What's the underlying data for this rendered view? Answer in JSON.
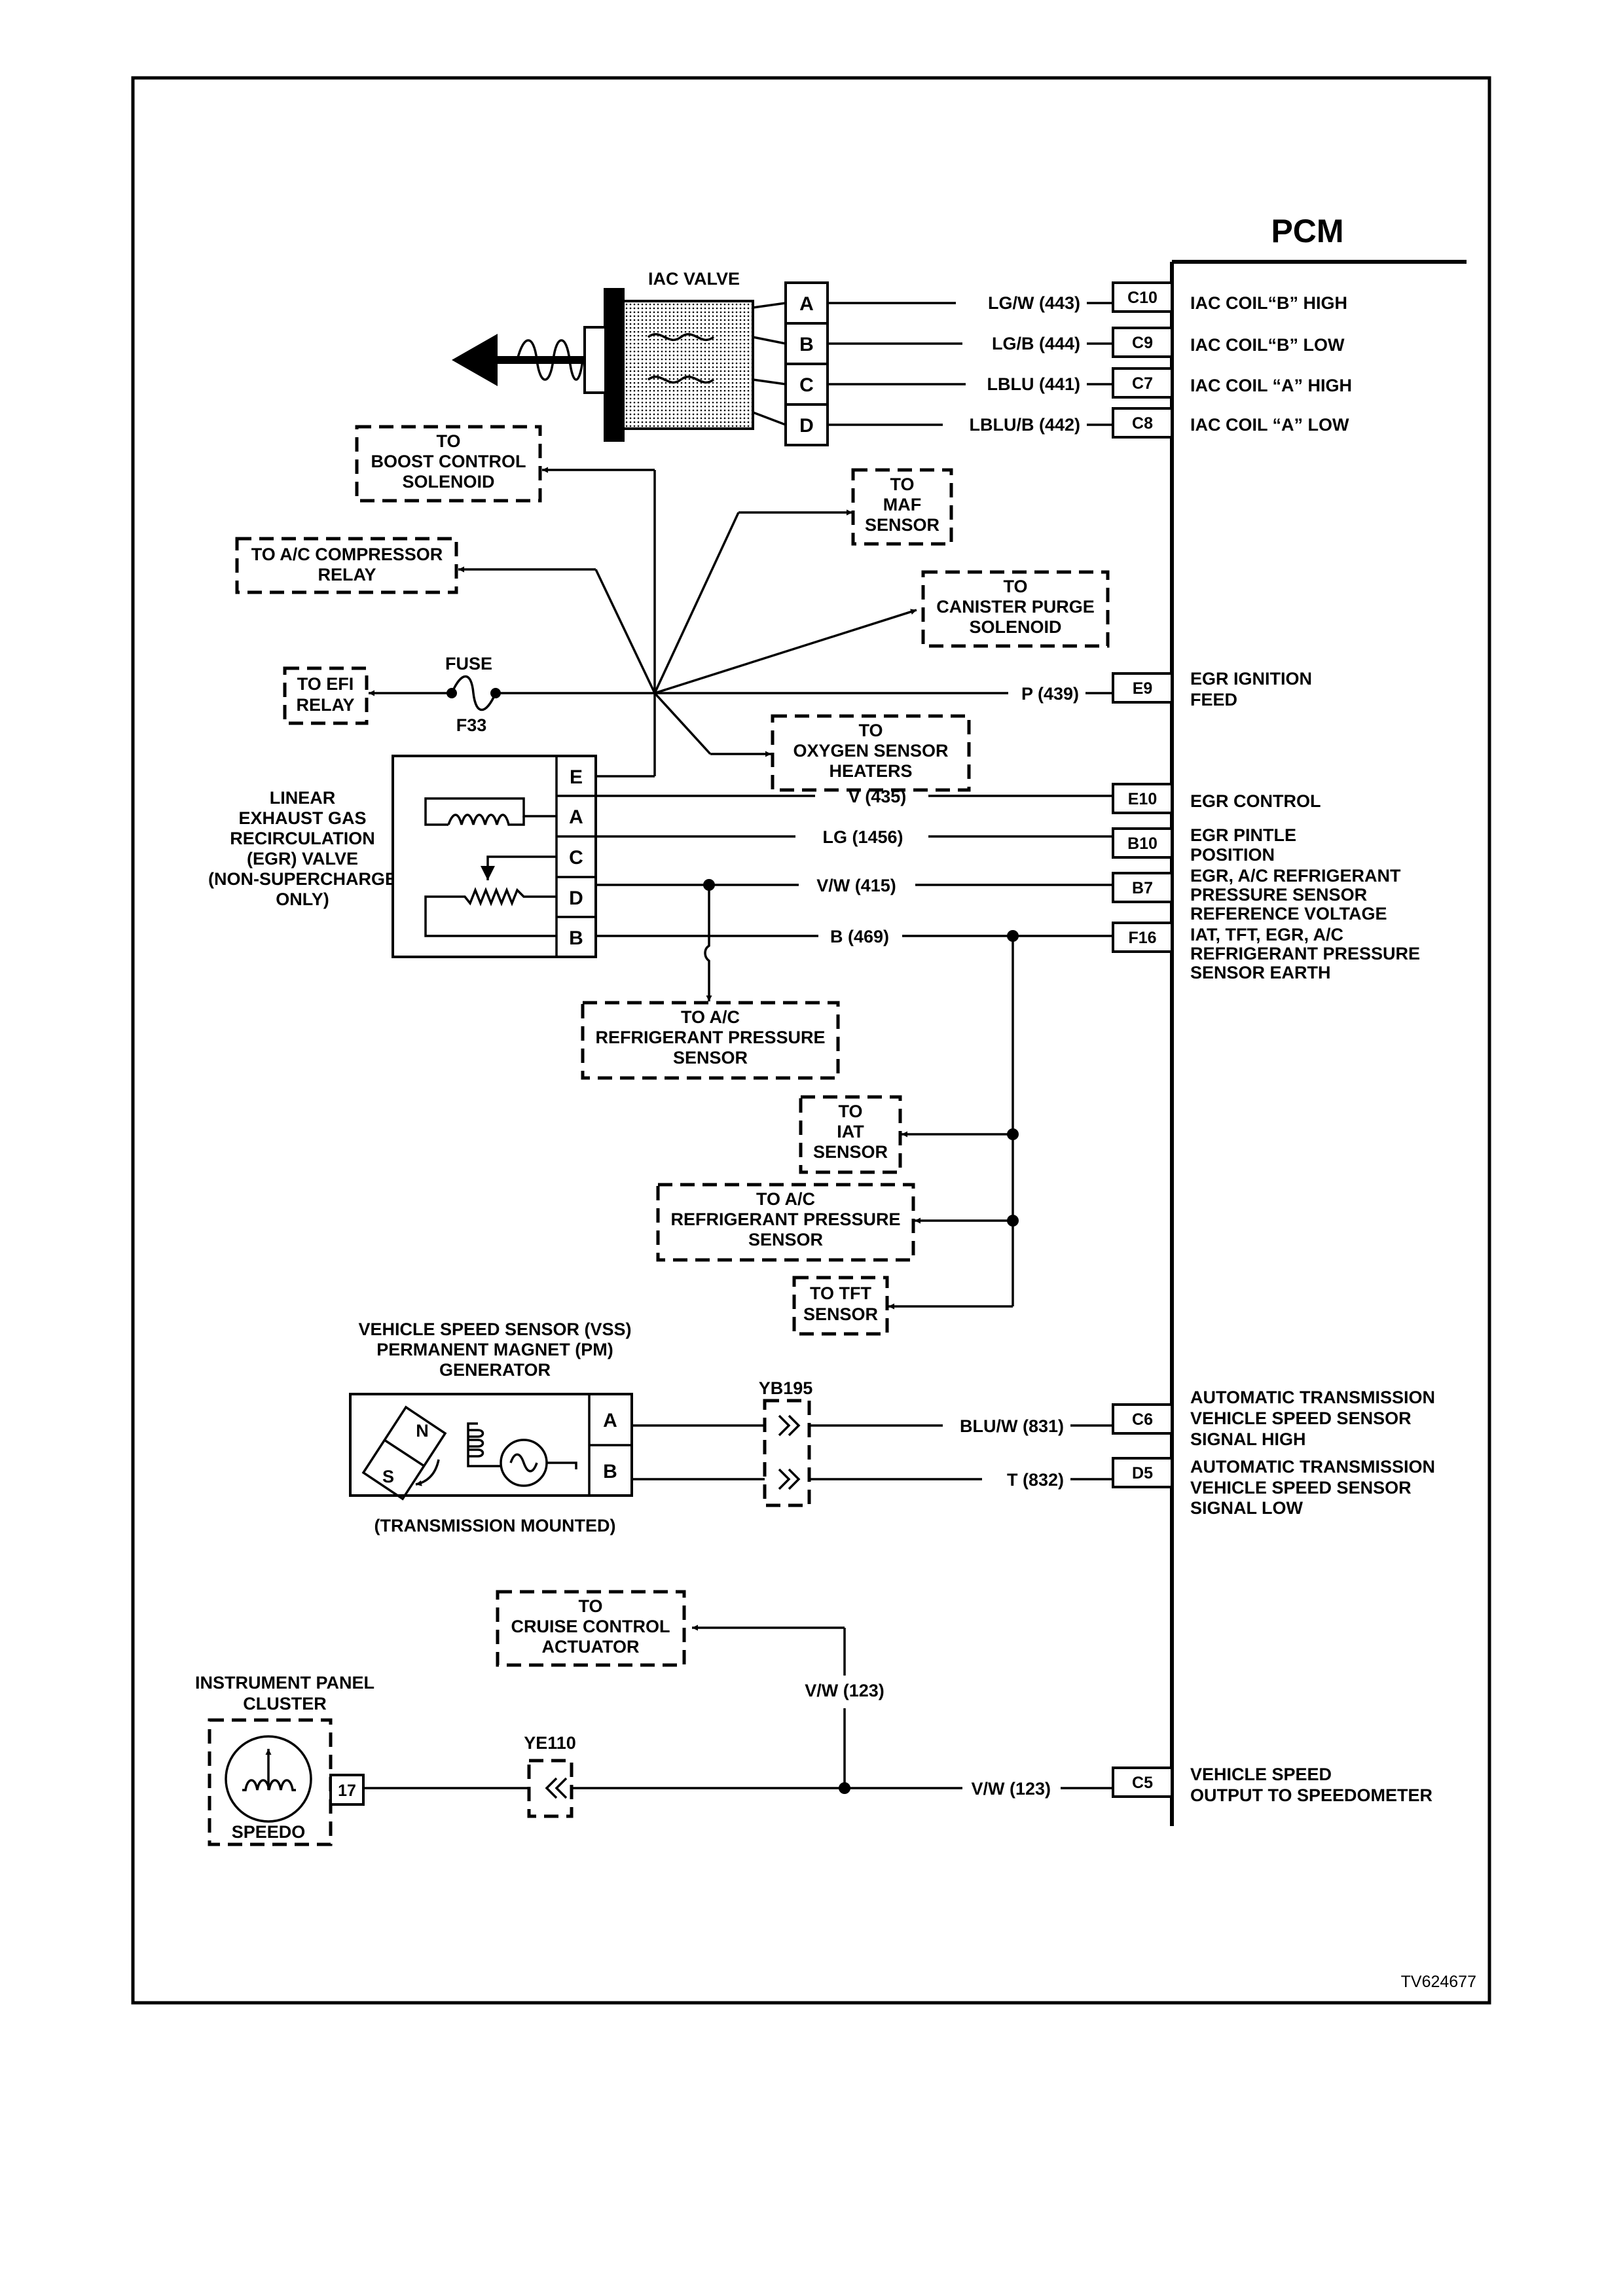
{
  "pcm": {
    "title": "PCM",
    "pins": [
      {
        "id": "C10",
        "wire": "LG/W (443)",
        "function": [
          "IAC COIL“B” HIGH"
        ]
      },
      {
        "id": "C9",
        "wire": "LG/B (444)",
        "function": [
          "IAC COIL“B” LOW"
        ]
      },
      {
        "id": "C7",
        "wire": "LBLU (441)",
        "function": [
          "IAC COIL “A” HIGH"
        ]
      },
      {
        "id": "C8",
        "wire": "LBLU/B (442)",
        "function": [
          "IAC COIL “A” LOW"
        ]
      },
      {
        "id": "E9",
        "wire": "P (439)",
        "function": [
          "EGR IGNITION",
          "FEED"
        ]
      },
      {
        "id": "E10",
        "wire": "V (435)",
        "function": [
          "EGR CONTROL"
        ]
      },
      {
        "id": "B10",
        "wire": "LG (1456)",
        "function": [
          "EGR PINTLE",
          "POSITION"
        ]
      },
      {
        "id": "B7",
        "wire": "V/W (415)",
        "function": [
          "EGR, A/C REFRIGERANT",
          "PRESSURE SENSOR",
          "REFERENCE VOLTAGE"
        ]
      },
      {
        "id": "F16",
        "wire": "B (469)",
        "function": [
          "IAT, TFT, EGR, A/C",
          "REFRIGERANT PRESSURE",
          "SENSOR EARTH"
        ]
      },
      {
        "id": "C6",
        "wire": "BLU/W (831)",
        "function": [
          "AUTOMATIC TRANSMISSION",
          "VEHICLE SPEED SENSOR",
          "SIGNAL HIGH"
        ]
      },
      {
        "id": "D5",
        "wire": "T (832)",
        "function": [
          "AUTOMATIC TRANSMISSION",
          "VEHICLE SPEED SENSOR",
          "SIGNAL LOW"
        ]
      },
      {
        "id": "C5",
        "wire": "V/W (123)",
        "function": [
          "VEHICLE SPEED",
          "OUTPUT TO SPEEDOMETER"
        ]
      }
    ]
  },
  "iac_valve": {
    "label": "IAC VALVE",
    "pins": [
      "A",
      "B",
      "C",
      "D"
    ]
  },
  "egr_valve": {
    "label": [
      "LINEAR",
      "EXHAUST GAS",
      "RECIRCULATION",
      "(EGR) VALVE",
      "(NON-SUPERCHARGE",
      "ONLY)"
    ],
    "pins": [
      "E",
      "A",
      "C",
      "D",
      "B"
    ]
  },
  "fuse": {
    "label": "FUSE",
    "id": "F33"
  },
  "destinations": {
    "boost": [
      "TO",
      "BOOST CONTROL",
      "SOLENOID"
    ],
    "maf": [
      "TO",
      "MAF",
      "SENSOR"
    ],
    "ac_relay": [
      "TO A/C COMPRESSOR",
      "RELAY"
    ],
    "canister": [
      "TO",
      "CANISTER PURGE",
      "SOLENOID"
    ],
    "efi": [
      "TO EFI",
      "RELAY"
    ],
    "oxygen": [
      "TO",
      "OXYGEN SENSOR",
      "HEATERS"
    ],
    "ac_pressure_1": [
      "TO A/C",
      "REFRIGERANT PRESSURE",
      "SENSOR"
    ],
    "iat": [
      "TO",
      "IAT",
      "SENSOR"
    ],
    "ac_pressure_2": [
      "TO A/C",
      "REFRIGERANT PRESSURE",
      "SENSOR"
    ],
    "tft": [
      "TO TFT",
      "SENSOR"
    ],
    "cruise": [
      "TO",
      "CRUISE CONTROL",
      "ACTUATOR"
    ]
  },
  "vss": {
    "label": [
      "VEHICLE SPEED SENSOR (VSS)",
      "PERMANENT MAGNET (PM)",
      "GENERATOR"
    ],
    "footer": "(TRANSMISSION MOUNTED)",
    "pins": [
      "A",
      "B"
    ],
    "magnet": [
      "N",
      "S"
    ]
  },
  "connectors": {
    "vss": "YB195",
    "speedo": "YE110"
  },
  "cruise_wire": "V/W (123)",
  "cluster": {
    "label": [
      "INSTRUMENT PANEL",
      "CLUSTER"
    ],
    "gauge": "SPEEDO",
    "pin": "17"
  },
  "figure_id": "TV624677"
}
